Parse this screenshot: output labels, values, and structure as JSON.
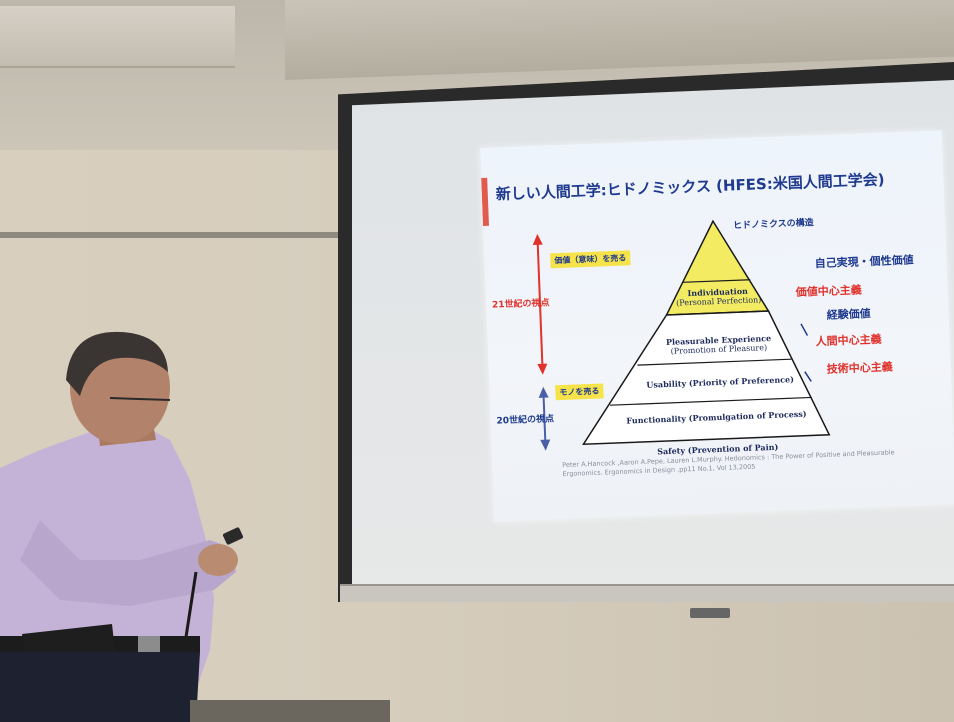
{
  "slide": {
    "title": "新しい人間工学:ヒドノミックス (HFES:米国人間工学会)",
    "pyramid_label": "ヒドノミクスの構造",
    "levels": [
      {
        "name": "Individuation",
        "sub": "(Personal Perfection)"
      },
      {
        "name": "Pleasurable Experience",
        "sub": "(Promotion of Pleasure)"
      },
      {
        "name": "Usability (Priority of Preference)",
        "sub": ""
      },
      {
        "name": "Functionality (Promulgation of Process)",
        "sub": ""
      },
      {
        "name": "Safety (Prevention of Pain)",
        "sub": ""
      }
    ],
    "left": {
      "tag_value": "価値（意味）を売る",
      "century21": "21世紀の視点",
      "tag_mono": "モノを売る",
      "century20": "20世紀の視点"
    },
    "right": {
      "self_actualization": "自己実現・個性価値",
      "value_centered": "価値中心主義",
      "experience_value": "経験価値",
      "human_centered": "人間中心主義",
      "tech_centered": "技術中心主義"
    },
    "citation": "Peter A.Hancock ,Aaron A.Pepe, Lauren L.Murphy. Hedonomics : The Power of Positive and Pleasurable Ergonomics. Ergonomics in Design .pp11 No.1, Vol 13,2005",
    "colors": {
      "title_blue": "#1f3a8f",
      "accent_red": "#e05b4b",
      "pyramid_yellow": "#f3ec63",
      "label_red": "#e0312b",
      "label_blue": "#1f3a8f"
    }
  }
}
